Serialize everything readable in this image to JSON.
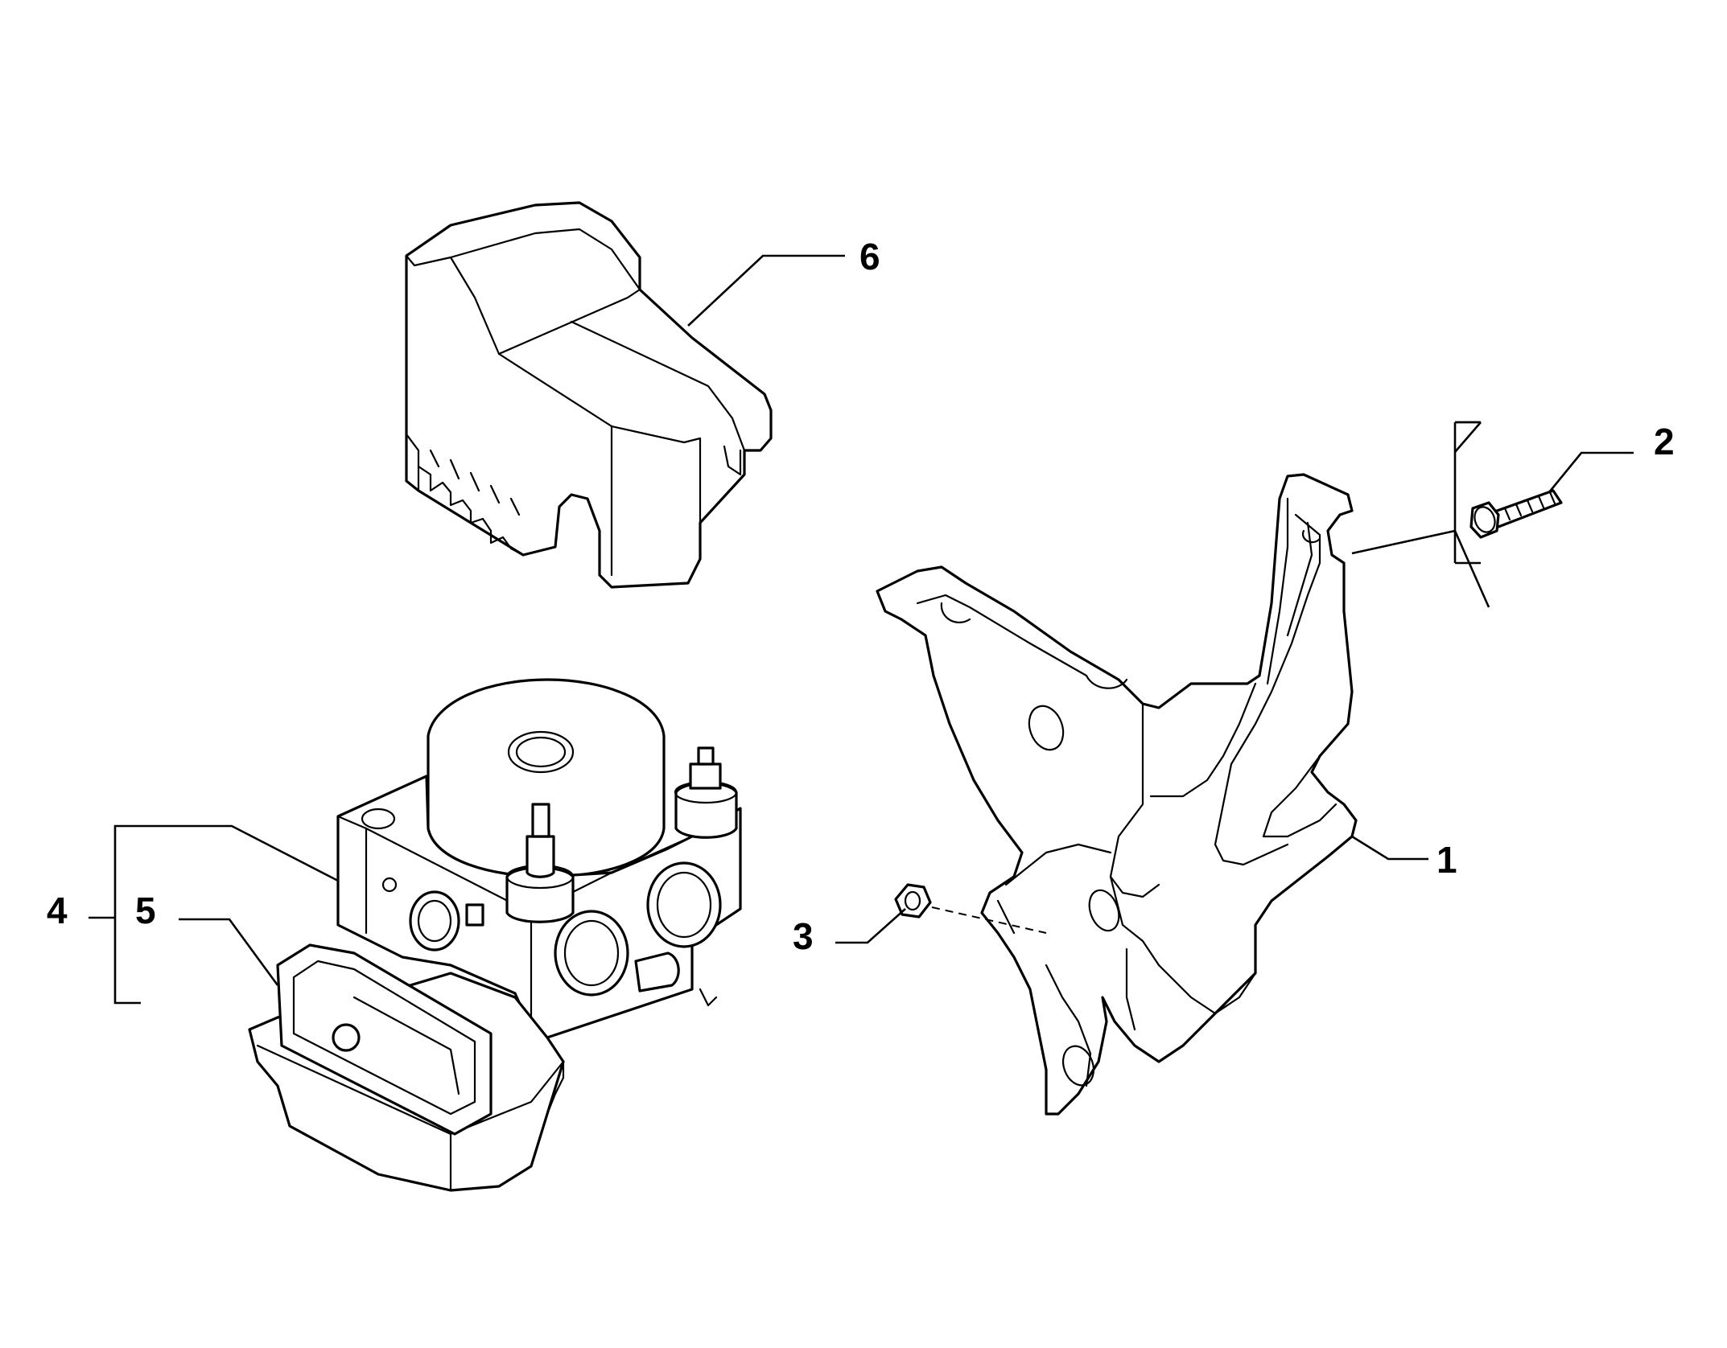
{
  "callouts": [
    {
      "id": "1",
      "label": "1",
      "part": "abs-bracket"
    },
    {
      "id": "2",
      "label": "2",
      "part": "bolt"
    },
    {
      "id": "3",
      "label": "3",
      "part": "nut"
    },
    {
      "id": "4",
      "label": "4",
      "part": "abs-hydraulic-unit-assembly"
    },
    {
      "id": "5",
      "label": "5",
      "part": "abs-control-module"
    },
    {
      "id": "6",
      "label": "6",
      "part": "abs-cover"
    }
  ]
}
